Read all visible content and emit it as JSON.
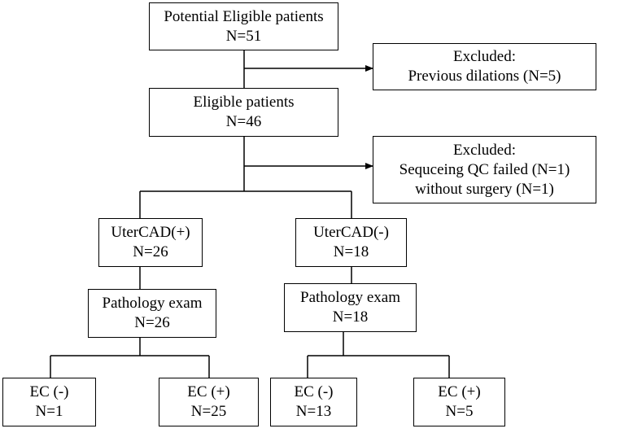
{
  "flowchart": {
    "potential": {
      "title": "Potential Eligible patients",
      "count": "N=51"
    },
    "excluded_1": {
      "title": "Excluded:",
      "lines": [
        "Previous dilations (N=5)"
      ]
    },
    "eligible": {
      "title": "Eligible patients",
      "count": "N=46"
    },
    "excluded_2": {
      "title": "Excluded:",
      "lines": [
        "Sequceing QC failed (N=1)",
        "without surgery (N=1)"
      ]
    },
    "utercad_pos": {
      "title": "UterCAD(+)",
      "count": "N=26"
    },
    "utercad_neg": {
      "title": "UterCAD(-)",
      "count": "N=18"
    },
    "pathology_pos": {
      "title": "Pathology exam",
      "count": "N=26"
    },
    "pathology_neg": {
      "title": "Pathology exam",
      "count": "N=18"
    },
    "pos_ec_neg": {
      "title": "EC (-)",
      "count": "N=1"
    },
    "pos_ec_pos": {
      "title": "EC (+)",
      "count": "N=25"
    },
    "neg_ec_neg": {
      "title": "EC (-)",
      "count": "N=13"
    },
    "neg_ec_pos": {
      "title": "EC (+)",
      "count": "N=5"
    }
  },
  "colors": {
    "line": "#000000",
    "background": "#ffffff"
  }
}
